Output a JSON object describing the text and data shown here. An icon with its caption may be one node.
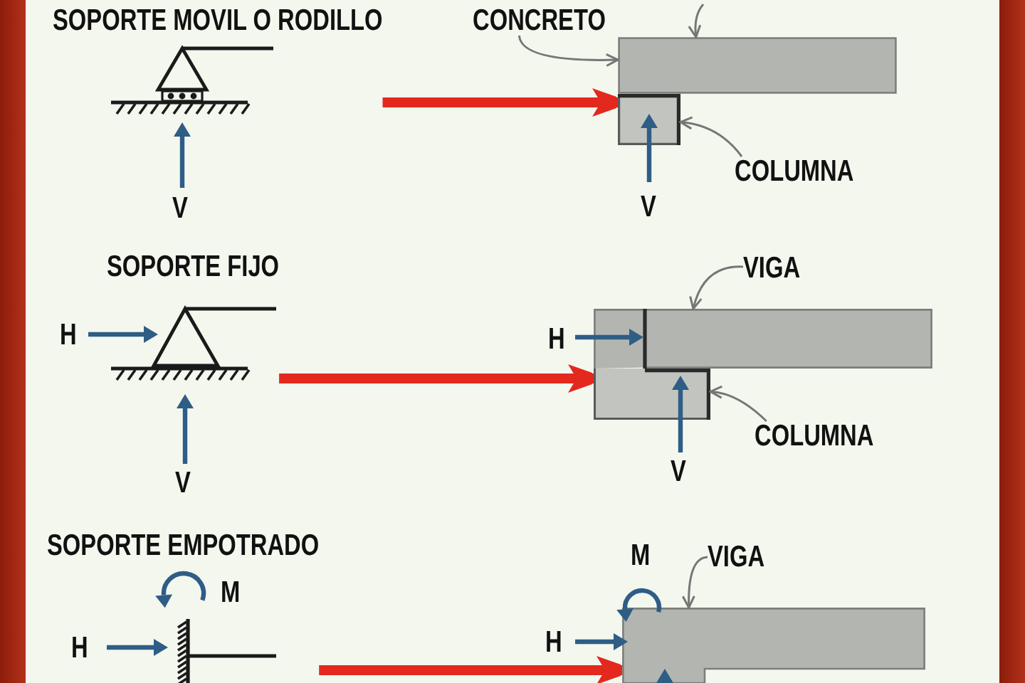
{
  "diagram": {
    "nodes": [
      {
        "text": [
          "SOPORTE MOVIL O RODILLO"
        ]
      },
      {
        "text": [
          "CONCRETO"
        ]
      },
      {
        "text": [],
        "shape": "bar"
      },
      {
        "text": [],
        "shape": "box"
      },
      {
        "text": [
          "COLUMNA"
        ]
      },
      {
        "text": [
          "SOPORTE FIJO"
        ]
      },
      {
        "text": [
          "VIGA"
        ]
      },
      {
        "text": [],
        "shape": "bar"
      },
      {
        "text": [],
        "shape": "box"
      },
      {
        "text": [
          "COLUMNA"
        ]
      },
      {
        "text": [
          "SOPORTE EMPOTRADO"
        ]
      },
      {
        "text": [
          "VIGA"
        ]
      },
      {
        "text": [],
        "shape": "bar"
      }
    ],
    "edges": [
      {
        "from": 0,
        "to": 3,
        "arrow": "to",
        "style": "thick",
        "color": "#e3281e"
      },
      {
        "from": 1,
        "to": 2,
        "arrow": "to"
      },
      {
        "from": null,
        "to": 2,
        "arrow": "to"
      },
      {
        "from": 4,
        "to": 3,
        "arrow": "to"
      },
      {
        "from": 5,
        "to": 8,
        "arrow": "to",
        "style": "thick",
        "color": "#e3281e"
      },
      {
        "from": 6,
        "to": 7,
        "arrow": "to"
      },
      {
        "from": 9,
        "to": 8,
        "arrow": "to"
      },
      {
        "from": 10,
        "to": 12,
        "arrow": "to",
        "style": "thick",
        "color": "#e3281e"
      },
      {
        "from": 11,
        "to": 12,
        "arrow": "to"
      }
    ],
    "labels": [
      "V",
      "V",
      "H",
      "H",
      "V",
      "V",
      "M",
      "M",
      "H",
      "H"
    ]
  }
}
